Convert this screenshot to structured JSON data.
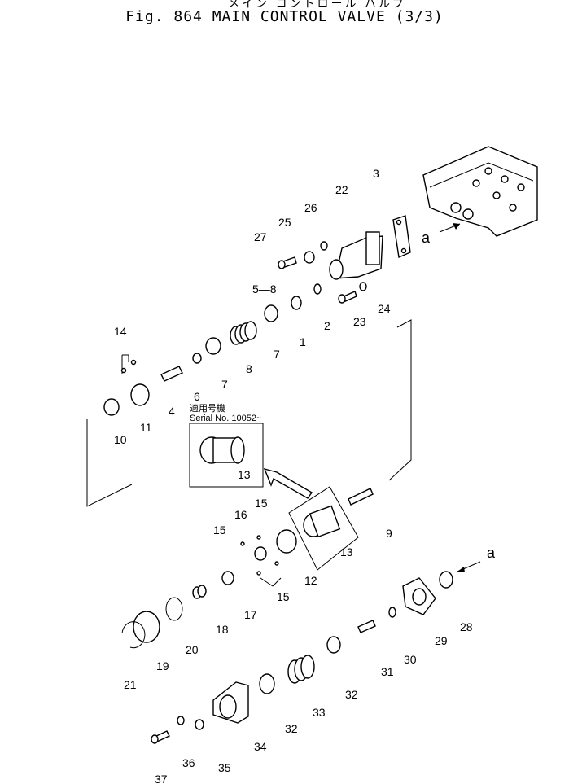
{
  "header": {
    "japanese_title": "メイン コントロール バルブ",
    "figure_title": "Fig. 864  MAIN CONTROL VALVE (3/3)"
  },
  "callouts": {
    "c1": "1",
    "c2": "2",
    "c3": "3",
    "c4": "4",
    "c5_8": "5—8",
    "c6": "6",
    "c7a": "7",
    "c7b": "7",
    "c8": "8",
    "c9": "9",
    "c10": "10",
    "c11": "11",
    "c12": "12",
    "c13a": "13",
    "c13b": "13",
    "c14": "14",
    "c15a": "15",
    "c15b": "15",
    "c15c": "15",
    "c16": "16",
    "c17": "17",
    "c18": "18",
    "c19": "19",
    "c20": "20",
    "c21": "21",
    "c22": "22",
    "c23": "23",
    "c24": "24",
    "c25": "25",
    "c26": "26",
    "c27": "27",
    "c28": "28",
    "c29": "29",
    "c30": "30",
    "c31": "31",
    "c32a": "32",
    "c32b": "32",
    "c33": "33",
    "c34": "34",
    "c35": "35",
    "c36": "36",
    "c37": "37",
    "ref_a_top": "a",
    "ref_a_bottom": "a"
  },
  "serial_note": {
    "jp_label": "適用号機",
    "serial": "Serial No. 10052~"
  }
}
